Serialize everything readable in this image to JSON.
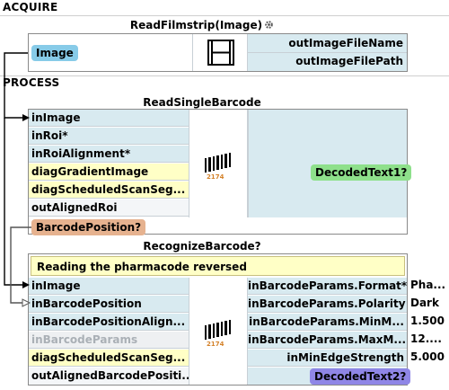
{
  "sections": {
    "acquire": "ACQUIRE",
    "process": "PROCESS"
  },
  "read_filmstrip": {
    "title": "ReadFilmstrip(Image)",
    "output_chip": "Image",
    "icon": "filmstrip-icon",
    "settings_icon": "gear-icon",
    "outputs": [
      "outImageFileName",
      "outImageFilePath"
    ]
  },
  "read_single_barcode": {
    "title": "ReadSingleBarcode",
    "icon": "barcode-icon",
    "inputs": [
      "inImage",
      "inRoi*",
      "inRoiAlignment*",
      "diagGradientImage",
      "diagScheduledScanSeg...",
      "outAlignedRoi"
    ],
    "output_chip": "BarcodePosition?",
    "result_chip": "DecodedText1?"
  },
  "recognize_barcode": {
    "title": "RecognizeBarcode?",
    "comment": "Reading the pharmacode reversed",
    "icon": "barcode-icon",
    "inputs": [
      "inImage",
      "inBarcodePosition",
      "inBarcodePositionAlign...",
      "inBarcodeParams",
      "diagScheduledScanSeg...",
      "outAlignedBarcodePositi..."
    ],
    "params": [
      {
        "name": "inBarcodeParams.Format*",
        "value": "Pha..."
      },
      {
        "name": "inBarcodeParams.Polarity",
        "value": "Dark"
      },
      {
        "name": "inBarcodeParams.MinM...",
        "value": "1.500"
      },
      {
        "name": "inBarcodeParams.MaxM...",
        "value": "12...."
      },
      {
        "name": "inMinEdgeStrength",
        "value": "5.000"
      }
    ],
    "result_chip": "DecodedText2?"
  }
}
